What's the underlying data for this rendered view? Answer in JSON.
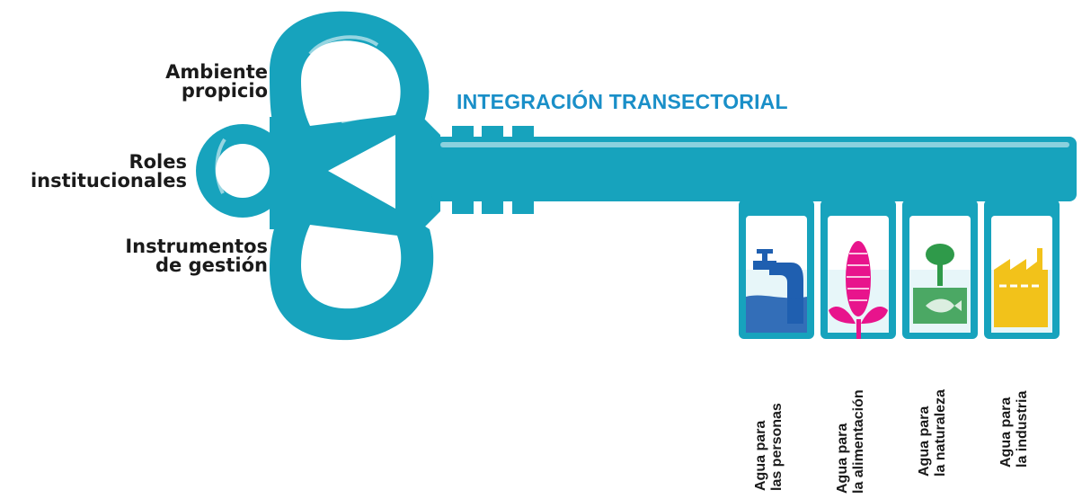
{
  "key": {
    "title": "INTEGRACIÓN TRANSECTORIAL",
    "handle_labels": [
      {
        "line1": "Ambiente",
        "line2": "propicio"
      },
      {
        "line1": "Roles",
        "line2": "institucionales"
      },
      {
        "line1": "Instrumentos",
        "line2": "de gestión"
      }
    ],
    "teeth": [
      {
        "line1": "Agua para",
        "line2": "las personas",
        "icon": "water-tap-icon",
        "color": "#1f5fb0"
      },
      {
        "line1": "Agua para",
        "line2": "la alimentación",
        "icon": "corn-icon",
        "color": "#e8148c"
      },
      {
        "line1": "Agua para",
        "line2": "la naturaleza",
        "icon": "tree-fish-icon",
        "color": "#2f9a4a"
      },
      {
        "line1": "Agua para",
        "line2": "la industria",
        "icon": "factory-icon",
        "color": "#f2c21a"
      }
    ]
  },
  "colors": {
    "key_teal": "#17a3bd",
    "title_blue": "#1a8fc8"
  }
}
